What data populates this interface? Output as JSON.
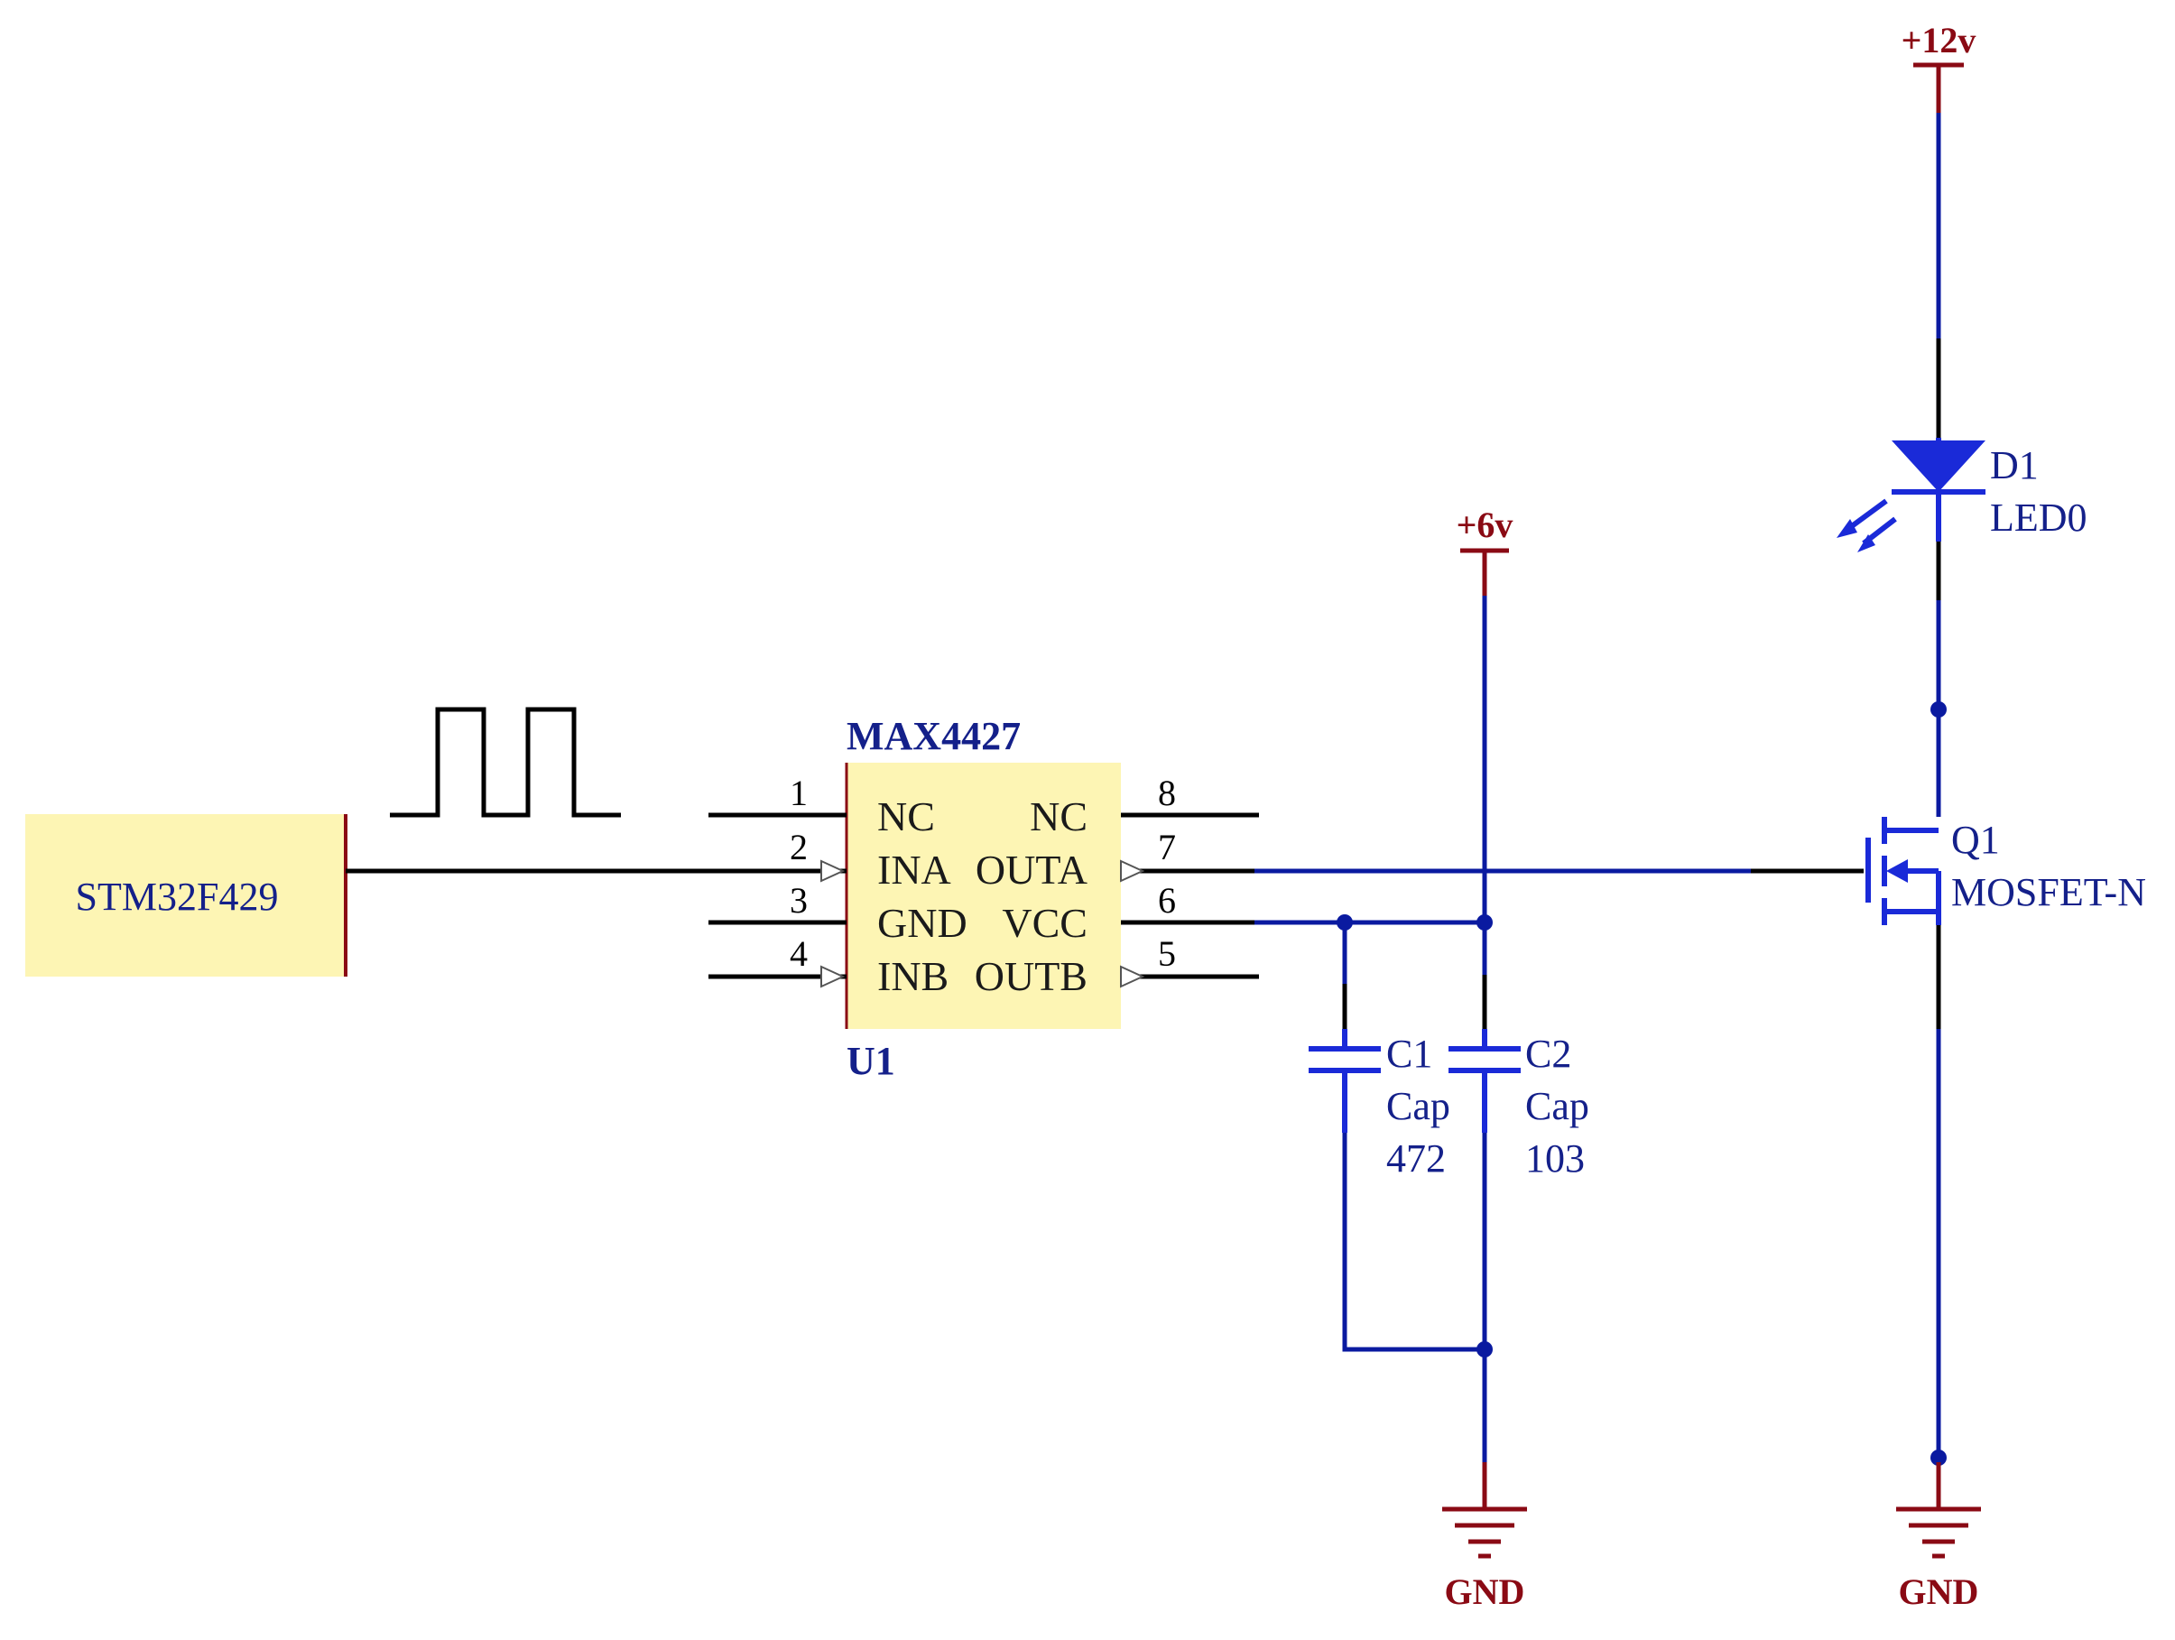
{
  "mcu": {
    "label": "STM32F429"
  },
  "driver": {
    "part": "MAX4427",
    "designator": "U1",
    "left_pins": [
      {
        "num": "1",
        "name": "NC"
      },
      {
        "num": "2",
        "name": "INA"
      },
      {
        "num": "3",
        "name": "GND"
      },
      {
        "num": "4",
        "name": "INB"
      }
    ],
    "right_pins": [
      {
        "num": "8",
        "name": "NC"
      },
      {
        "num": "7",
        "name": "OUTA"
      },
      {
        "num": "6",
        "name": "VCC"
      },
      {
        "num": "5",
        "name": "OUTB"
      }
    ]
  },
  "power": {
    "v6": "+6v",
    "v12": "+12v",
    "gnd1": "GND",
    "gnd2": "GND"
  },
  "c1": {
    "designator": "C1",
    "type": "Cap",
    "value": "472"
  },
  "c2": {
    "designator": "C2",
    "type": "Cap",
    "value": "103"
  },
  "led": {
    "designator": "D1",
    "value": "LED0"
  },
  "mosfet": {
    "designator": "Q1",
    "value": "MOSFET-N"
  },
  "colors": {
    "wire_blue": "#0a1aa0",
    "symbol_blue": "#1a2ad8",
    "power_red": "#8a0a14",
    "chip_fill": "#fdf5b4"
  }
}
